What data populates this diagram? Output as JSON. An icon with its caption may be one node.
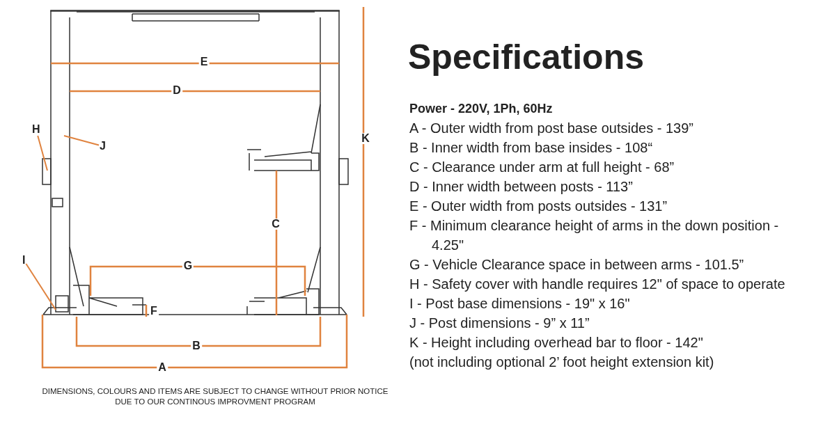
{
  "diagram": {
    "title": "Specifications",
    "caption": "DIMENSIONS, COLOURS AND ITEMS ARE SUBJECT TO CHANGE WITHOUT PRIOR NOTICE DUE TO OUR CONTINOUS IMPROVMENT PROGRAM",
    "nodes": [
      {
        "text": [
          "H"
        ]
      },
      {
        "text": [
          "J"
        ]
      },
      {
        "text": [
          "I"
        ]
      }
    ],
    "edges": [
      {
        "from": 0,
        "to": null,
        "arrow": "none"
      },
      {
        "from": 1,
        "to": null,
        "arrow": "none"
      },
      {
        "from": 2,
        "to": null,
        "arrow": "none"
      }
    ],
    "labels": [
      "E",
      "D",
      "K",
      "C",
      "G",
      "F",
      "B",
      "A",
      "Power - 220V, 1Ph, 60Hz",
      "A - Outer width from post base outsides - 139”",
      "B - Inner width from base insides - 108“",
      "C - Clearance under arm at full height - 68”",
      "D - Inner width between posts - 113”",
      "E - Outer width from posts outsides - 131”",
      "F - Minimum clearance height of arms in the down position - 4.25\"",
      "G - Vehicle Clearance space in between arms - 101.5”",
      "H - Safety cover with handle requires 12\" of space to operate",
      "I - Post base dimensions - 19\" x 16\"",
      "J - Post dimensions - 9” x 11”",
      "K - Height including overhead bar to floor - 142\"",
      "(not including optional 2’ foot height extension kit)"
    ]
  }
}
